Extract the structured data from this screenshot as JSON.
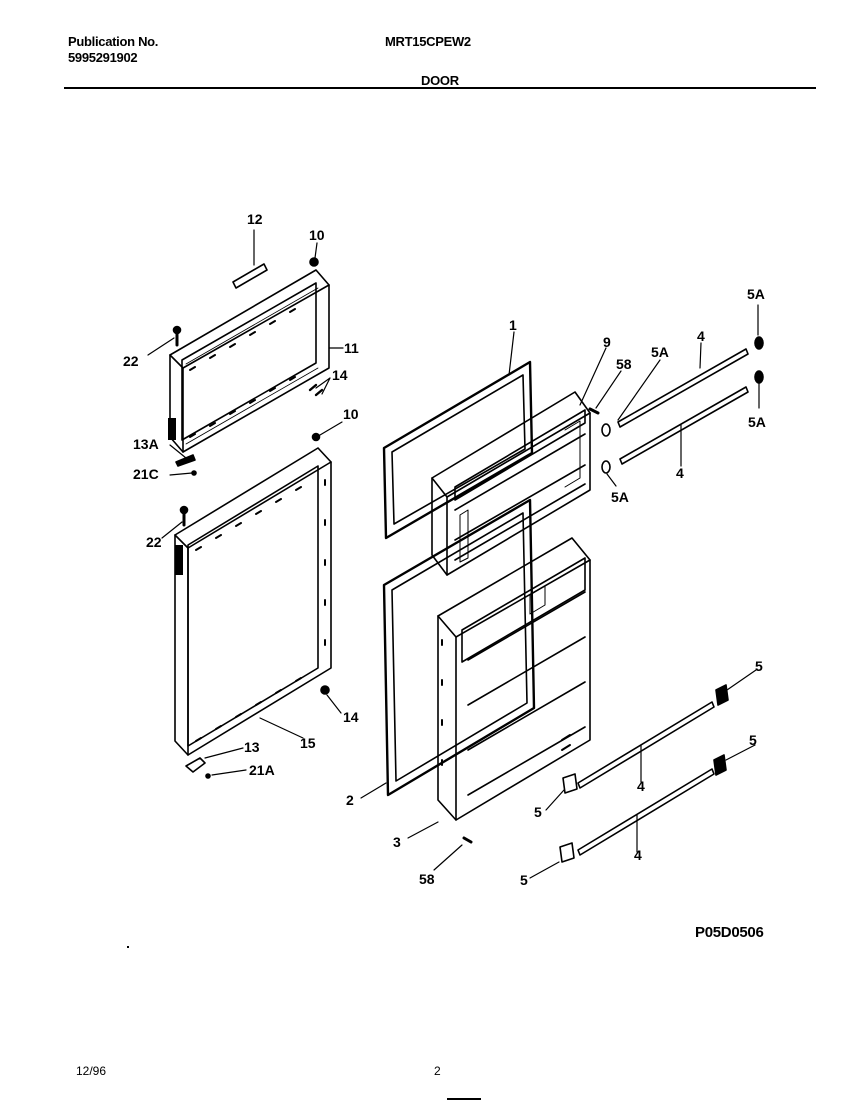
{
  "header": {
    "publication_label": "Publication No.",
    "publication_number": "5995291902",
    "model": "MRT15CPEW2",
    "section": "DOOR"
  },
  "diagram": {
    "code": "P05D0506",
    "callouts": [
      {
        "id": "c12",
        "text": "12"
      },
      {
        "id": "c10a",
        "text": "10"
      },
      {
        "id": "c11",
        "text": "11"
      },
      {
        "id": "c14a",
        "text": "14"
      },
      {
        "id": "c22a",
        "text": "22"
      },
      {
        "id": "c13a",
        "text": "13A"
      },
      {
        "id": "c21c",
        "text": "21C"
      },
      {
        "id": "c10b",
        "text": "10"
      },
      {
        "id": "c22b",
        "text": "22"
      },
      {
        "id": "c14b",
        "text": "14"
      },
      {
        "id": "c15",
        "text": "15"
      },
      {
        "id": "c13",
        "text": "13"
      },
      {
        "id": "c21a",
        "text": "21A"
      },
      {
        "id": "c1",
        "text": "1"
      },
      {
        "id": "c9",
        "text": "9"
      },
      {
        "id": "c58a",
        "text": "58"
      },
      {
        "id": "c5a1",
        "text": "5A"
      },
      {
        "id": "c4a",
        "text": "4"
      },
      {
        "id": "c5a2",
        "text": "5A"
      },
      {
        "id": "c5a3",
        "text": "5A"
      },
      {
        "id": "c4b",
        "text": "4"
      },
      {
        "id": "c5a4",
        "text": "5A"
      },
      {
        "id": "c2",
        "text": "2"
      },
      {
        "id": "c3",
        "text": "3"
      },
      {
        "id": "c58b",
        "text": "58"
      },
      {
        "id": "c5a",
        "text": "5"
      },
      {
        "id": "c4c",
        "text": "4"
      },
      {
        "id": "c5b",
        "text": "5"
      },
      {
        "id": "c5c",
        "text": "5"
      },
      {
        "id": "c4d",
        "text": "4"
      },
      {
        "id": "c5d",
        "text": "5"
      }
    ]
  },
  "footer": {
    "date": "12/96",
    "page": "2"
  }
}
